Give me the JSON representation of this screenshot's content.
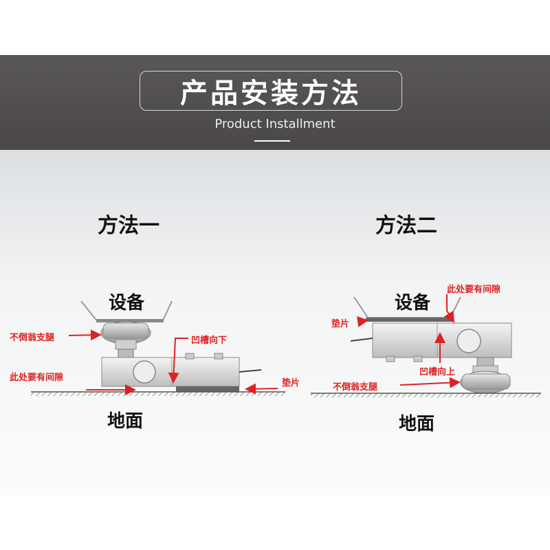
{
  "header": {
    "title": "产品安装方法",
    "subtitle": "Product Installment"
  },
  "method1": {
    "title": "方法一",
    "equipment": "设备",
    "ground": "地面",
    "labels": {
      "anti_tip_leg": "不倒翁支腿",
      "groove_down": "凹槽向下",
      "gap_here": "此处要有间隙",
      "shim": "垫片"
    }
  },
  "method2": {
    "title": "方法二",
    "equipment": "设备",
    "ground": "地面",
    "labels": {
      "gap_here": "此处要有间隙",
      "shim": "垫片",
      "groove_up": "凹槽向上",
      "anti_tip_leg": "不倒翁支腿"
    }
  },
  "colors": {
    "banner": "#4f4c4c",
    "arrow_red": "#dd2222",
    "ground_hatch": "#555555"
  }
}
